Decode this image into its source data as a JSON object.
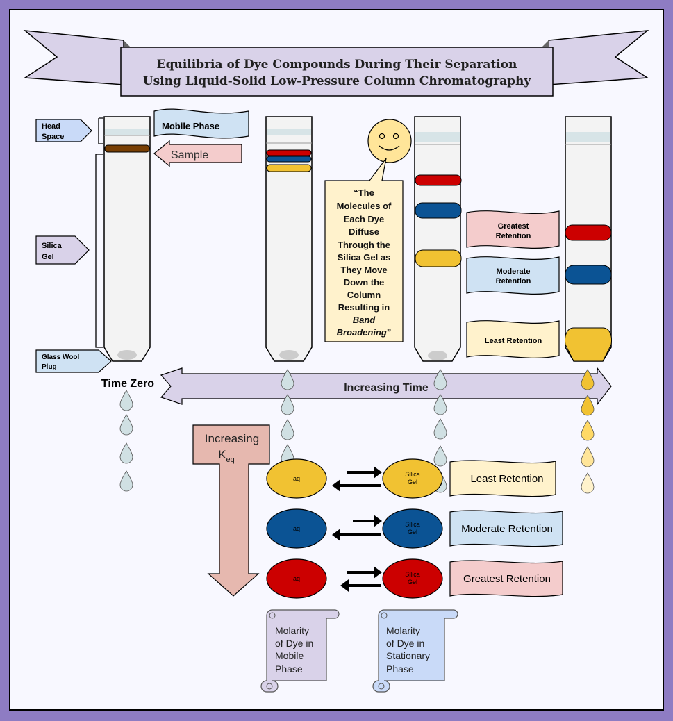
{
  "title": {
    "line1": "Equilibria of Dye Compounds During Their Separation",
    "line2": "Using Liquid-Solid Low-Pressure Column Chromatography"
  },
  "labels": {
    "head_space_line1": "Head",
    "head_space_line2": "Space",
    "silica_gel_line1": "Silica",
    "silica_gel_line2": "Gel",
    "glass_wool_line1": "Glass Wool",
    "glass_wool_line2": "Plug",
    "mobile_phase": "Mobile Phase",
    "sample": "Sample",
    "time_zero": "Time Zero",
    "increasing_time": "Increasing Time",
    "increasing_keq_line1": "Increasing",
    "increasing_keq_k": "K",
    "increasing_keq_sub": "eq"
  },
  "speech_bubble": {
    "line1": "“The",
    "line2": "Molecules of",
    "line3": "Each Dye",
    "line4": "Diffuse",
    "line5": "Through the",
    "line6": "Silica Gel as",
    "line7": "They Move",
    "line8": "Down the",
    "line9": "Column",
    "line10": "Resulting in",
    "line11_italic": "Band",
    "line12_italic": "Broadening",
    "line12_tail": "”"
  },
  "retention_flags_small": {
    "greatest_line1": "Greatest",
    "greatest_line2": "Retention",
    "moderate_line1": "Moderate",
    "moderate_line2": "Retention",
    "least": "Least Retention"
  },
  "equilibria": [
    {
      "dye": "yellow",
      "mobile": "aq",
      "stationary_line1": "Silica",
      "stationary_line2": "Gel",
      "retention": "Least Retention"
    },
    {
      "dye": "blue",
      "mobile": "aq",
      "stationary_line1": "Silica",
      "stationary_line2": "Gel",
      "retention": "Moderate Retention"
    },
    {
      "dye": "red",
      "mobile": "aq",
      "stationary_line1": "Silica",
      "stationary_line2": "Gel",
      "retention": "Greatest Retention"
    }
  ],
  "scrolls": {
    "mobile_line1": "Molarity",
    "mobile_line2": "of Dye in",
    "mobile_line3": "Mobile",
    "mobile_line4": "Phase",
    "stationary_line1": "Molarity",
    "stationary_line2": "of Dye in",
    "stationary_line3": "Stationary",
    "stationary_line4": "Phase"
  },
  "colors": {
    "frame": "#8e7cc3",
    "background": "#f8f8ff",
    "banner": "#d9d2e9",
    "red_dye": "#cc0000",
    "blue_dye": "#0b5394",
    "yellow_dye": "#f1c232",
    "sample_band": "#783f04",
    "pink_flag": "#f4cccc",
    "blue_flag": "#cfe2f3",
    "yellow_flag": "#fff2cc",
    "keq_arrow": "#e6b8af",
    "droplet": "#d0e0e3"
  }
}
